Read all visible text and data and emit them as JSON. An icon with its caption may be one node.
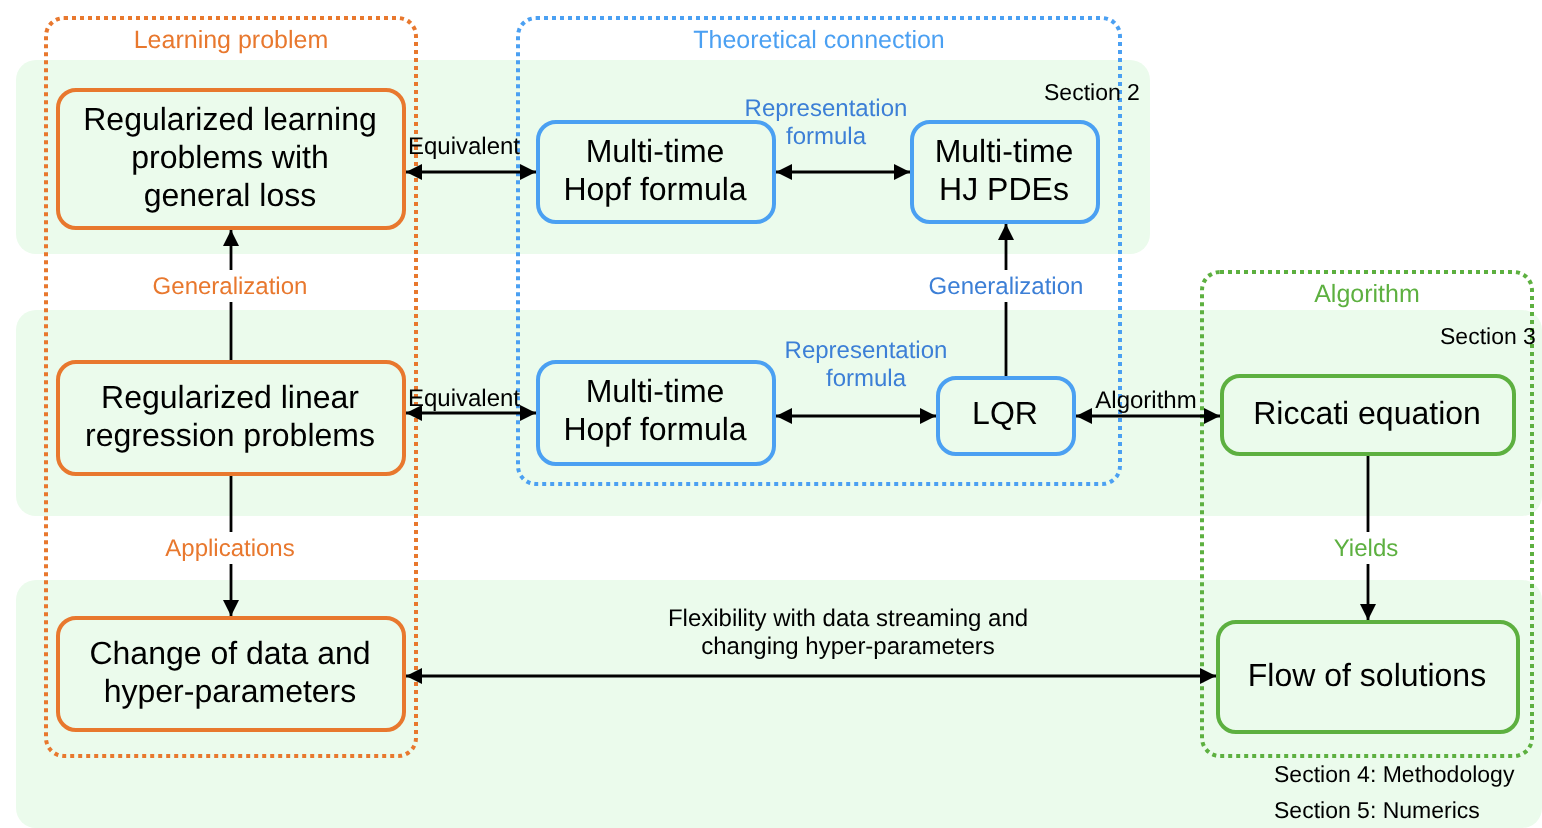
{
  "diagram": {
    "nodes": [
      {
        "text": [
          "Learning problem"
        ]
      },
      {
        "text": [
          "Theoretical connection"
        ]
      },
      {
        "text": [
          "Regularized learning problems with general loss"
        ],
        "in": 0
      },
      {
        "text": [
          "Multi-time Hopf formula"
        ],
        "in": 1
      },
      {
        "text": [
          "Multi-time HJ PDEs"
        ],
        "in": 1
      },
      {
        "text": [
          "Algorithm"
        ]
      },
      {
        "text": [
          "Regularized linear regression problems"
        ],
        "in": 0
      },
      {
        "text": [
          "Multi-time Hopf formula"
        ],
        "in": 1
      },
      {
        "text": [
          "LQR"
        ],
        "in": 1
      },
      {
        "text": [
          "Riccati equation"
        ],
        "in": 5
      },
      {
        "text": [
          "Change of data and hyper-parameters"
        ],
        "in": 0
      },
      {
        "text": [
          "Flow of solutions"
        ],
        "in": 5
      }
    ],
    "edges": [
      {
        "from": 2,
        "to": 3,
        "arrow": "both",
        "label": "Equivalent"
      },
      {
        "from": 3,
        "to": 4,
        "arrow": "both",
        "label": "Representation formula"
      },
      {
        "from": 6,
        "to": 2,
        "arrow": "to",
        "label": "Generalization"
      },
      {
        "from": 8,
        "to": 4,
        "arrow": "to",
        "label": "Generalization"
      },
      {
        "from": 6,
        "to": 7,
        "arrow": "both",
        "label": "Equivalent"
      },
      {
        "from": 7,
        "to": 8,
        "arrow": "both",
        "label": "Representation formula"
      },
      {
        "from": 8,
        "to": 9,
        "arrow": "both",
        "label": "Algorithm"
      },
      {
        "from": 6,
        "to": 10,
        "arrow": "to",
        "label": "Applications"
      },
      {
        "from": 9,
        "to": 11,
        "arrow": "to",
        "label": "Yields"
      },
      {
        "from": 10,
        "to": 11,
        "arrow": "both",
        "label": "Flexibility with data streaming and changing hyper-parameters"
      }
    ],
    "labels": [
      "Section 2",
      "Section 3",
      "Section 4: Methodology",
      "Section 5: Numerics"
    ]
  }
}
